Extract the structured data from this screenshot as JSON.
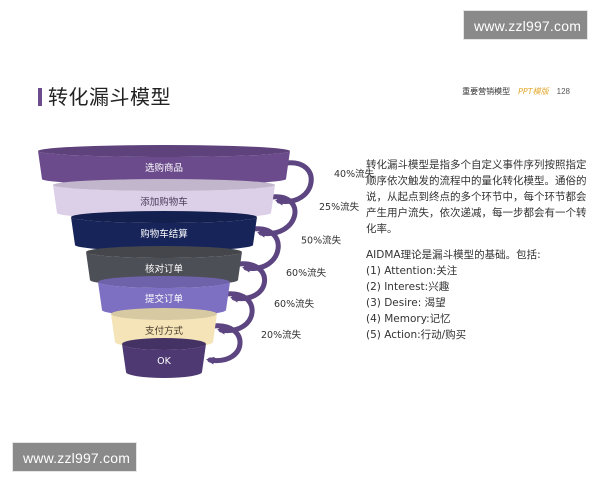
{
  "watermark": {
    "top": "www.zzl997.com",
    "bottom": "www.zzl997.com"
  },
  "header": {
    "title": "转化漏斗模型",
    "right_label": "重要营销模型",
    "right_sub": "PPT模版",
    "right_num": "128"
  },
  "funnel": {
    "stages": [
      {
        "label": "选购商品",
        "color": "#6b4b8c",
        "text_color": "#ffffff"
      },
      {
        "label": "添加购物车",
        "color": "#dccfe8",
        "text_color": "#4a3a5a"
      },
      {
        "label": "购物车结算",
        "color": "#16245a",
        "text_color": "#ffffff"
      },
      {
        "label": "核对订单",
        "color": "#4d4f56",
        "text_color": "#ffffff"
      },
      {
        "label": "提交订单",
        "color": "#7d6fc2",
        "text_color": "#ffffff"
      },
      {
        "label": "支付方式",
        "color": "#f4e4b8",
        "text_color": "#4a3a2a"
      },
      {
        "label": "OK",
        "color": "#4e3972",
        "text_color": "#ffffff"
      }
    ],
    "losses": [
      "40%流失",
      "25%流失",
      "50%流失",
      "60%流失",
      "60%流失",
      "20%流失"
    ],
    "arrow_color": "#5c4580"
  },
  "description": {
    "para1": "转化漏斗模型是指多个自定义事件序列按照指定顺序依次触发的流程中的量化转化模型。通俗的说，从起点到终点的多个环节中，每个环节都会产生用户流失，依次递减，每一步都会有一个转化率。",
    "para2": "AIDMA理论是漏斗模型的基础。包括:",
    "items": [
      "(1) Attention:关注",
      "(2) Interest:兴趣",
      "(3) Desire: 渴望",
      "(4) Memory:记忆",
      "(5) Action:行动/购买"
    ]
  }
}
